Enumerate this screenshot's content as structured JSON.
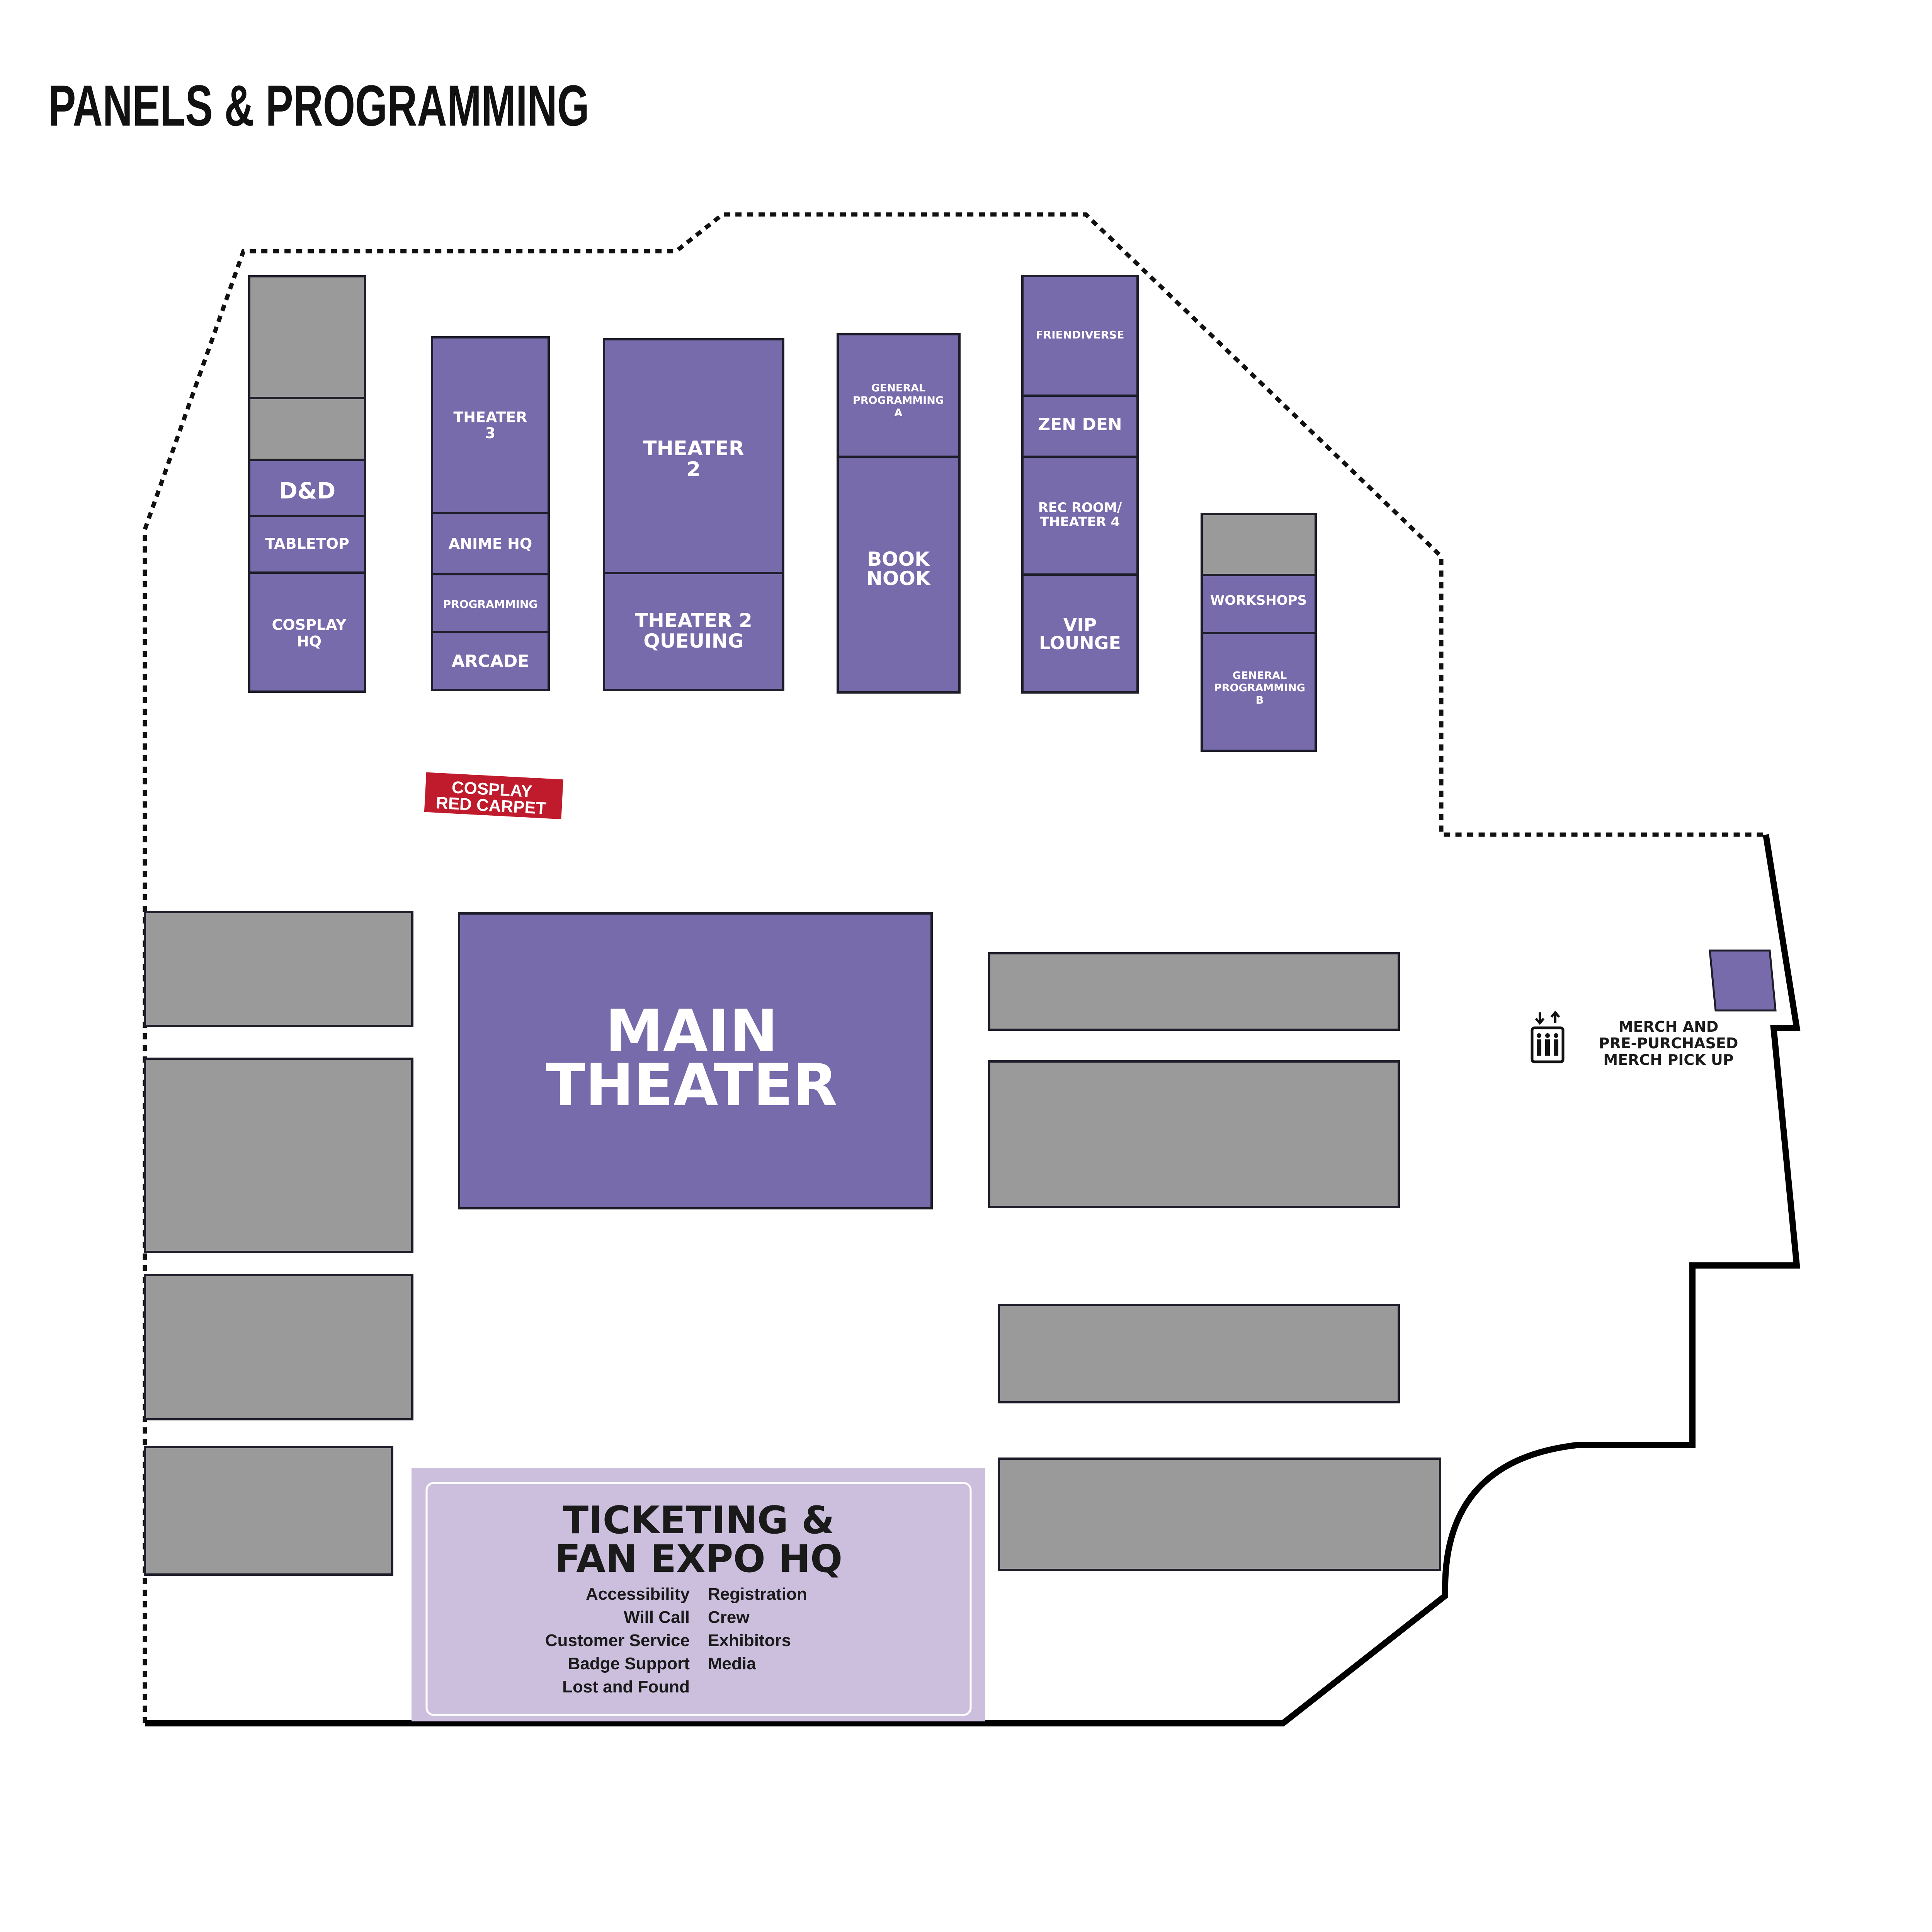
{
  "title": "PANELS & PROGRAMMING",
  "colors": {
    "room": "#786bac",
    "booth_block": "#9a9a9b",
    "hq_area": "#cbbfdd",
    "red_carpet": "#c01b2c",
    "outline": "#000000"
  },
  "rooms": {
    "dnd": "D&D",
    "tabletop": "TABLETOP",
    "cosplay_hq": [
      "COSPLAY",
      "HQ"
    ],
    "theater3": [
      "THEATER",
      "3"
    ],
    "anime_hq": "ANIME HQ",
    "programming": "PROGRAMMING",
    "arcade": "ARCADE",
    "theater2": [
      "THEATER",
      "2"
    ],
    "theater2_queuing": [
      "THEATER 2",
      "QUEUING"
    ],
    "general_a": [
      "GENERAL",
      "PROGRAMMING",
      "A"
    ],
    "book_nook": [
      "BOOK",
      "NOOK"
    ],
    "friendiverse": "FRIENDIVERSE",
    "zen_den": "ZEN DEN",
    "rec_room": [
      "REC ROOM/",
      "THEATER 4"
    ],
    "vip_lounge": [
      "VIP",
      "LOUNGE"
    ],
    "workshops": "WORKSHOPS",
    "general_b": [
      "GENERAL",
      "PROGRAMMING",
      "B"
    ],
    "main_theater": [
      "MAIN",
      "THEATER"
    ]
  },
  "red_carpet": [
    "COSPLAY",
    "RED CARPET"
  ],
  "merch": [
    "MERCH AND",
    "PRE-PURCHASED",
    "MERCH PICK UP"
  ],
  "elevator_icon": "elevator-icon",
  "hq": {
    "title": [
      "TICKETING &",
      "FAN EXPO HQ"
    ],
    "left_services": [
      "Accessibility",
      "Will Call",
      "Customer Service",
      "Badge Support",
      "Lost and Found"
    ],
    "right_services": [
      "Registration",
      "Crew",
      "Exhibitors",
      "Media"
    ]
  }
}
